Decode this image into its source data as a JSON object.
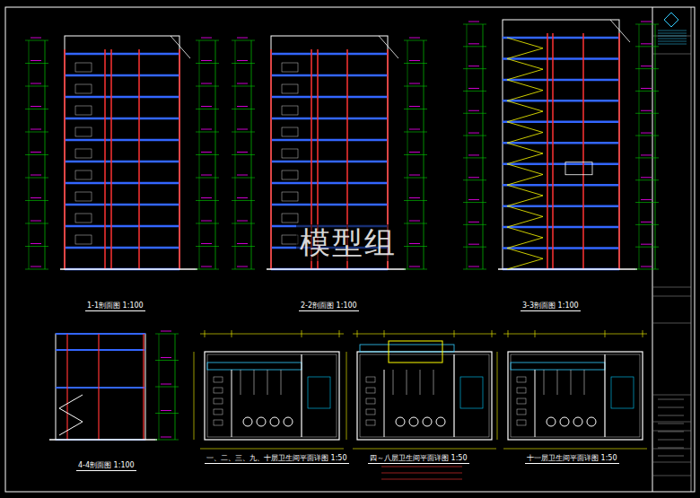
{
  "diagram": {
    "labels": [
      "1-1剖面图 1:100",
      "2-2剖面图 1:100",
      "3-3剖面图 1:100",
      "4-4剖面图 1:100",
      "一、二、三、九、十层卫生间平面详图 1:50",
      "四～八层卫生间平面详图 1:50",
      "十一层卫生间平面详图 1:50",
      "模型组"
    ]
  }
}
